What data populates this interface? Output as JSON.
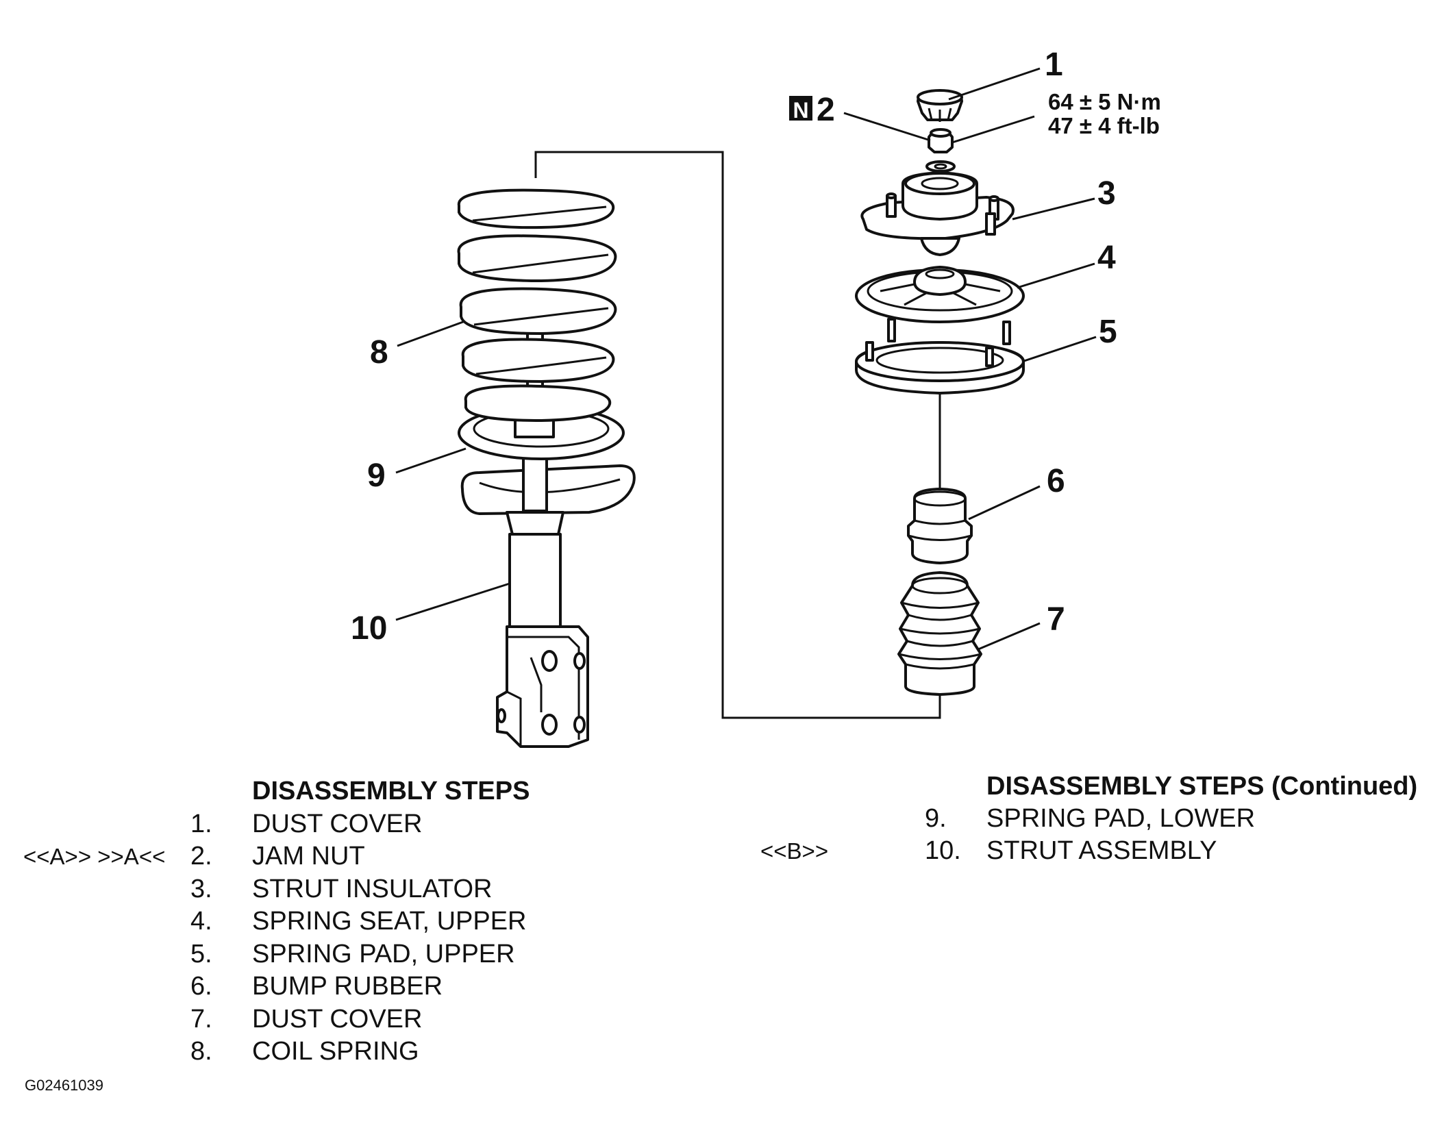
{
  "diagram": {
    "callouts": {
      "c1": "1",
      "c2": "2",
      "c3": "3",
      "c4": "4",
      "c5": "5",
      "c6": "6",
      "c7": "7",
      "c8": "8",
      "c9": "9",
      "c10": "10"
    },
    "new_part_badge": "N",
    "torque": {
      "metric": "64 ± 5 N·m",
      "imperial": "47 ± 4 ft-lb"
    }
  },
  "steps_left": {
    "heading": "DISASSEMBLY STEPS",
    "items": [
      {
        "code": "",
        "num": "1.",
        "label": "DUST COVER"
      },
      {
        "code": "<<A>> >>A<<",
        "num": "2.",
        "label": "JAM NUT"
      },
      {
        "code": "",
        "num": "3.",
        "label": "STRUT INSULATOR"
      },
      {
        "code": "",
        "num": "4.",
        "label": "SPRING SEAT, UPPER"
      },
      {
        "code": "",
        "num": "5.",
        "label": "SPRING PAD, UPPER"
      },
      {
        "code": "",
        "num": "6.",
        "label": "BUMP RUBBER"
      },
      {
        "code": "",
        "num": "7.",
        "label": "DUST COVER"
      },
      {
        "code": "",
        "num": "8.",
        "label": "COIL SPRING"
      }
    ]
  },
  "steps_right": {
    "heading": "DISASSEMBLY STEPS (Continued)",
    "items": [
      {
        "code": "",
        "num": "9.",
        "label": "SPRING PAD, LOWER"
      },
      {
        "code": "<<B>>",
        "num": "10.",
        "label": "STRUT ASSEMBLY"
      }
    ]
  },
  "figure_id": "G02461039"
}
